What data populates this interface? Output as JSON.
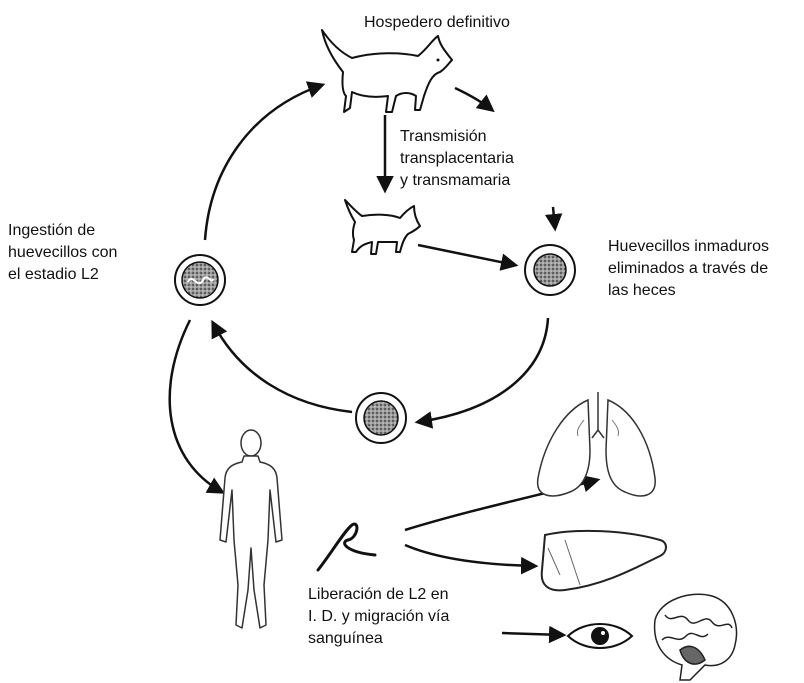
{
  "labels": {
    "definitive_host": "Hospedero definitivo",
    "transmission": "Transmisión\ntransplacentaria\ny transmamaria",
    "ingestion": "Ingestión de\nhuevecillos con\nel estadio L2",
    "immature_eggs": "Huevecillos inmaduros\neliminados a través de\nlas heces",
    "release": "Liberación de L2 en\nI. D. y  migración vía\nsanguínea"
  },
  "icons": {
    "adult_dog": "dog-icon",
    "puppy": "puppy-icon",
    "egg": "egg-icon",
    "human": "human-icon",
    "larva": "larva-icon",
    "lungs": "lungs-icon",
    "liver": "liver-icon",
    "eye": "eye-icon",
    "brain": "brain-icon"
  },
  "colors": {
    "ink": "#111111",
    "egg_fill": "#7a7a7a"
  }
}
